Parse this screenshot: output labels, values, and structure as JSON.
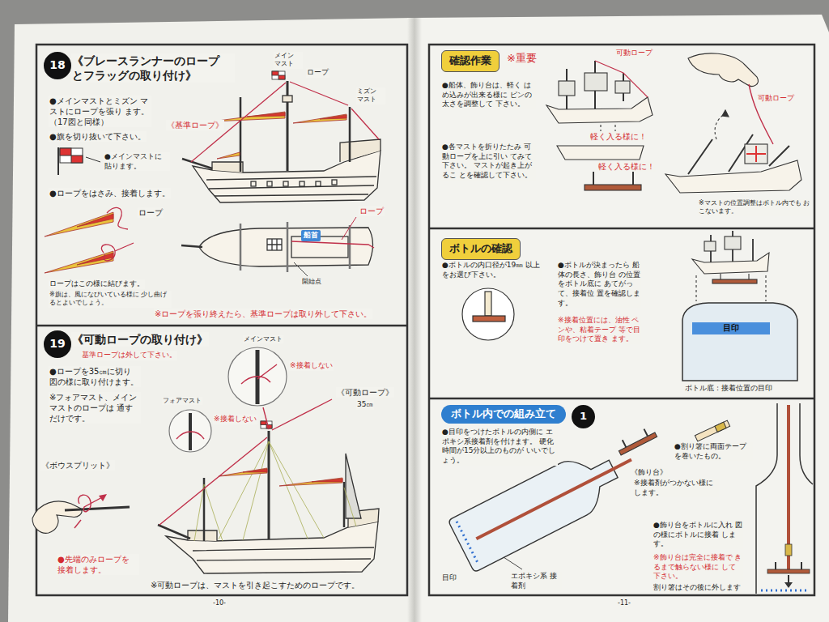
{
  "diagram": {
    "nodes": [
      {
        "text": [
          "18"
        ]
      },
      {
        "text": [
          "船首"
        ]
      },
      {
        "text": [
          "19"
        ]
      },
      {
        "text": [
          "確認作業"
        ]
      },
      {
        "text": [
          "ボトルの確認"
        ]
      },
      {
        "text": [
          "ボトル内での組み立て"
        ]
      },
      {
        "text": [
          "1"
        ]
      },
      {
        "text": [
          "目印"
        ]
      }
    ],
    "labels": [
      "《ブレースランナーのロープ とフラッグの取り付け》",
      "メイン マスト",
      "ロープ",
      "ミズン マスト",
      "●メインマストとミズン マストにロープを張り ます。（17図と同様）",
      "●旗を切り抜いて下さい。",
      "●メインマストに 貼ります。",
      "●ロープをはさみ、接着します。",
      "ロープ",
      "ロープはこの様に結びます。",
      "※旗は、風になびいている様に 少し曲げるとよいでしょう。",
      "《基準ロープ》",
      "開始点",
      "ロープ",
      "※ロープを張り終えたら、基準ロープは取り外して下さい。",
      "《可動ロープの取り付け》",
      "基準ロープは外して下さい。",
      "メインマスト",
      "※接着しない",
      "フォアマスト",
      "※接着しない",
      "《可動ロープ》",
      "35㎝",
      "●ロープを35㎝に切り 図の様に取り付けます。",
      "※フォアマスト、メイン マストのロープは 通すだけです。",
      "《ボウスプリット》",
      "●先端のみロープを 接着します。",
      "※可動ロープは、マストを引き起こすためのロープです。",
      "-10-",
      "※重要",
      "可動ロープ",
      "●船体、飾り台は、軽く はめ込みが出来る様に ピンの太さを調整して 下さい。",
      "●各マストを折りたたみ 可動ロープを上に引い てみて下さい。 マストが起き上がるこ とを確認して下さい。",
      "軽く入る様に！",
      "軽く入る様に！",
      "可動ロープ",
      "※マストの位置調整はボトル内でも おこないます。",
      "●ボトルの内口径が19㎜ 以上をお選び下さい。",
      "●ボトルが決まったら 船体の長さ、飾り台 の位置をボトル底に あてがって、接着位 置を確認します。",
      "※接着位置には、油性 ペンや、粘着テープ 等で目印をつけて置き ます。",
      "ボトル底：接着位置の目印",
      "●目印をつけたボトルの内側に エポキシ系接着剤を付けます。 硬化時間が15分以上のものが いいでしょう。",
      "《飾り台》",
      "※接着剤がつかない様に します。",
      "●割り箸に両面テープ を巻いたもの。",
      "●飾り台をボトルに入れ 図の様にボトルに接着 します。",
      "※飾り台は完全に接着で きるまで触らない様に して下さい。",
      "割り箸はその後に外します",
      "目印",
      "エポキシ系 接着剤",
      "-11-"
    ]
  }
}
